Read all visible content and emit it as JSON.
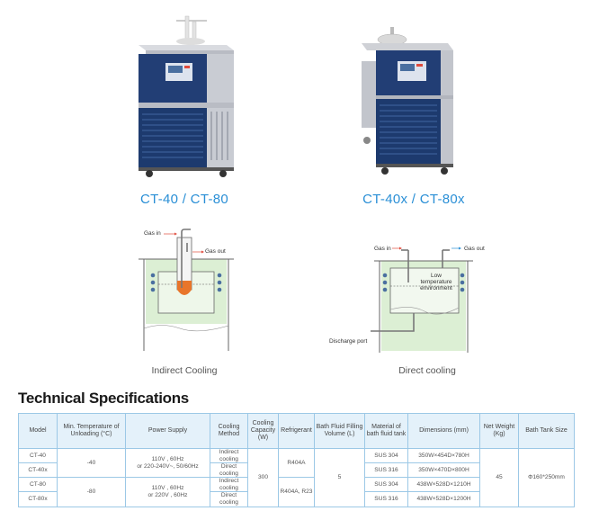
{
  "products": [
    {
      "caption": "CT-40 / CT-80",
      "image_icon": "chiller-unit-icon"
    },
    {
      "caption": "CT-40x / CT-80x",
      "image_icon": "chiller-unit-icon"
    }
  ],
  "diagrams": [
    {
      "caption": "Indirect Cooling",
      "labels": {
        "gas_in": "Gas in",
        "gas_out": "Gas out"
      }
    },
    {
      "caption": "Direct cooling",
      "labels": {
        "gas_in": "Gas in",
        "gas_out": "Gas out",
        "environment": "Low temperature environment",
        "discharge": "Discharge port"
      }
    }
  ],
  "spec_title": "Technical Specifications",
  "table": {
    "headers": [
      "Model",
      "Min. Temperature of Unloading (°C)",
      "Power Supply",
      "Cooling Method",
      "Cooling Capacity (W)",
      "Refrigerant",
      "Bath Fluid Filling Volume (L)",
      "Material of bath fluid tank",
      "Dimensions (mm)",
      "Net Weight (Kg)",
      "Bath Tank Size"
    ],
    "models": [
      "CT-40",
      "CT-40x",
      "CT-80",
      "CT-80x"
    ],
    "min_temp": [
      "-40",
      "-80"
    ],
    "power_a": [
      "110V , 60Hz",
      "or 220-240V~, 50/60Hz"
    ],
    "power_b": [
      "110V , 60Hz",
      "or 220V , 60Hz"
    ],
    "cooling_method": [
      "Indirect cooling",
      "Direct cooling",
      "Indirect cooling",
      "Direct cooling"
    ],
    "capacity": "300",
    "refrigerant": [
      "R404A",
      "R404A, R23"
    ],
    "fill_volume": "5",
    "material": [
      "SUS 304",
      "SUS 316",
      "SUS 304",
      "SUS 316"
    ],
    "dimensions": [
      "350W×454D×780H",
      "350W×470D×800H",
      "438W×528D×1210H",
      "438W×528D×1200H"
    ],
    "net_weight": "45",
    "tank_size": "Φ160*250mm"
  },
  "colors": {
    "caption_blue": "#2a8fd6",
    "table_border": "#9cc8e6",
    "header_bg": "#e4f1fa",
    "cabinet_blue": "#1f3e73"
  }
}
